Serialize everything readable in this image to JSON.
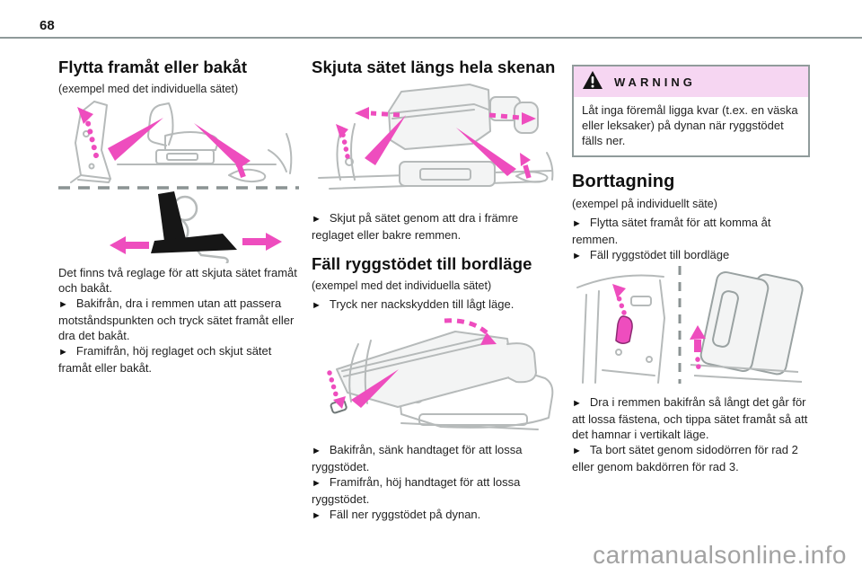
{
  "page": {
    "number": "68",
    "watermark": "carmanualsonline.info"
  },
  "glyphs": {
    "bullet": "►"
  },
  "colors": {
    "accent_pink": "#ee4dbe",
    "warning_header_bg": "#f6d6f2",
    "line_art_gray": "#b6baba",
    "rule_gray": "#8f9a9a",
    "watermark_gray": "#a2a2a2"
  },
  "col1": {
    "heading": "Flytta framåt eller bakåt",
    "subtitle": "(exempel med det individuella sätet)",
    "intro": "Det finns två reglage för att skjuta sätet framåt och bakåt.",
    "bullets": [
      "Bakifrån, dra i remmen utan att passera motståndspunkten och tryck sätet framåt eller dra det bakåt.",
      "Framifrån, höj reglaget och skjut sätet framåt eller bakåt."
    ]
  },
  "col2": {
    "heading_slide": "Skjuta sätet längs hela skenan",
    "bullet_slide": "Skjut på sätet genom att dra i främre reglaget eller bakre remmen.",
    "heading_fold": "Fäll ryggstödet till bordläge",
    "subtitle_fold": "(exempel med det individuella sätet)",
    "bullet_headrest": "Tryck ner nackskydden till lågt läge.",
    "bullets_fold": [
      "Bakifrån, sänk handtaget för att lossa ryggstödet.",
      "Framifrån, höj handtaget för att lossa ryggstödet.",
      "Fäll ner ryggstödet på dynan."
    ]
  },
  "col3": {
    "warning_title": "WARNING",
    "warning_text": "Låt inga föremål ligga kvar (t.ex. en väska eller leksaker) på dynan när ryggstödet fälls ner.",
    "heading": "Borttagning",
    "subtitle": "(exempel på individuellt säte)",
    "bullets_before": [
      "Flytta sätet framåt för att komma åt remmen.",
      "Fäll ryggstödet till bordläge"
    ],
    "bullets_after": [
      "Dra i remmen bakifrån så långt det går för att lossa fästena, och tippa sätet framåt så att det hamnar i vertikalt läge.",
      "Ta bort sätet genom sidodörren för rad 2 eller genom bakdörren för rad 3."
    ]
  }
}
